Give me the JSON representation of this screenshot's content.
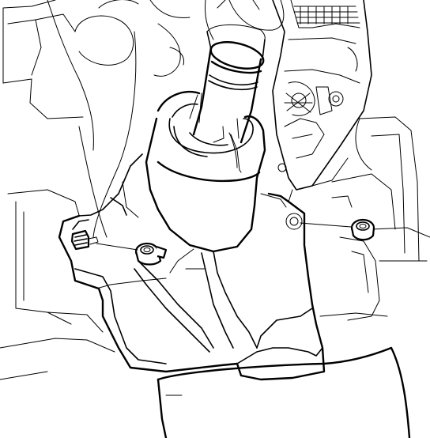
{
  "diagram": {
    "type": "technical-line-drawing",
    "colors": {
      "background": "#ffffff",
      "line": "#000000"
    },
    "parts": [
      "steering-column-shaft",
      "column-boot",
      "mounting-bracket",
      "stud-bolt",
      "nut-center",
      "nut-right",
      "pedal-linkage"
    ]
  }
}
